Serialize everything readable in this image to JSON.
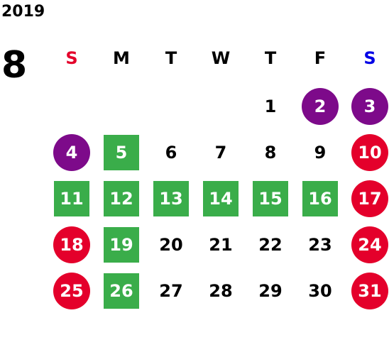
{
  "year": "2019",
  "month": "8",
  "colors": {
    "sunday_header": "#e4002b",
    "saturday_header": "#0000e6",
    "weekday_header": "#000000",
    "green": "#3aad4a",
    "red": "#e4002b",
    "purple": "#7d0a8a"
  },
  "weekdays": [
    "S",
    "M",
    "T",
    "W",
    "T",
    "F",
    "S"
  ],
  "weeks": [
    [
      null,
      null,
      null,
      null,
      {
        "day": "1",
        "style": "plain"
      },
      {
        "day": "2",
        "style": "purple"
      },
      {
        "day": "3",
        "style": "purple"
      }
    ],
    [
      {
        "day": "4",
        "style": "purple"
      },
      {
        "day": "5",
        "style": "green"
      },
      {
        "day": "6",
        "style": "plain"
      },
      {
        "day": "7",
        "style": "plain"
      },
      {
        "day": "8",
        "style": "plain"
      },
      {
        "day": "9",
        "style": "plain"
      },
      {
        "day": "10",
        "style": "red"
      }
    ],
    [
      {
        "day": "11",
        "style": "green"
      },
      {
        "day": "12",
        "style": "green"
      },
      {
        "day": "13",
        "style": "green"
      },
      {
        "day": "14",
        "style": "green"
      },
      {
        "day": "15",
        "style": "green"
      },
      {
        "day": "16",
        "style": "green"
      },
      {
        "day": "17",
        "style": "red"
      }
    ],
    [
      {
        "day": "18",
        "style": "red"
      },
      {
        "day": "19",
        "style": "green"
      },
      {
        "day": "20",
        "style": "plain"
      },
      {
        "day": "21",
        "style": "plain"
      },
      {
        "day": "22",
        "style": "plain"
      },
      {
        "day": "23",
        "style": "plain"
      },
      {
        "day": "24",
        "style": "red"
      }
    ],
    [
      {
        "day": "25",
        "style": "red"
      },
      {
        "day": "26",
        "style": "green"
      },
      {
        "day": "27",
        "style": "plain"
      },
      {
        "day": "28",
        "style": "plain"
      },
      {
        "day": "29",
        "style": "plain"
      },
      {
        "day": "30",
        "style": "plain"
      },
      {
        "day": "31",
        "style": "red"
      }
    ]
  ]
}
